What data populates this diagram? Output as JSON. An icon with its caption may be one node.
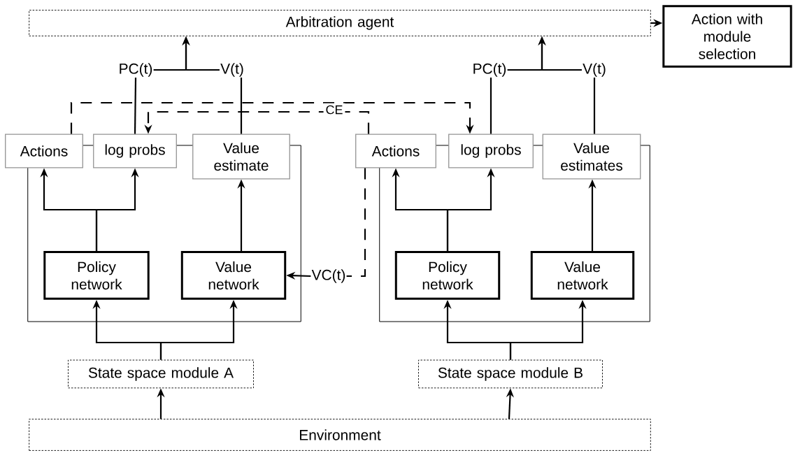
{
  "diagram": {
    "nodes": [
      {
        "text": [
          "Arbitration agent"
        ]
      },
      {
        "text": [
          "Action with module selection"
        ]
      },
      {
        "text": [
          "PC(t)"
        ]
      },
      {
        "text": [
          "V(t)"
        ]
      },
      {
        "text": [
          "Actions"
        ]
      },
      {
        "text": [
          "log probs"
        ]
      },
      {
        "text": [
          "Value estimate"
        ]
      },
      {
        "text": [],
        "shape": "box"
      },
      {
        "text": [
          "Policy network"
        ],
        "in": 7
      },
      {
        "text": [
          "Value network"
        ],
        "in": 7
      },
      {
        "text": [
          "State space module A"
        ]
      },
      {
        "text": [
          "PC(t)"
        ]
      },
      {
        "text": [
          "V(t)"
        ]
      },
      {
        "text": [
          "Actions"
        ]
      },
      {
        "text": [
          "log probs"
        ]
      },
      {
        "text": [
          "Value estimates"
        ]
      },
      {
        "text": [],
        "shape": "box"
      },
      {
        "text": [
          "Policy network"
        ],
        "in": 16
      },
      {
        "text": [
          "Value network"
        ],
        "in": 16
      },
      {
        "text": [
          "State space module B"
        ]
      },
      {
        "text": [
          "Environment"
        ]
      },
      {
        "text": [
          "VC(t)"
        ]
      }
    ],
    "edges": [
      {
        "from": 0,
        "to": 1,
        "arrow": "to"
      },
      {
        "from": 2,
        "to": 0,
        "arrow": "to"
      },
      {
        "from": 3,
        "to": 0,
        "arrow": "to"
      },
      {
        "from": 5,
        "to": 2,
        "arrow": "none"
      },
      {
        "from": 6,
        "to": 3,
        "arrow": "none"
      },
      {
        "from": 8,
        "to": 4,
        "arrow": "to"
      },
      {
        "from": 8,
        "to": 5,
        "arrow": "to"
      },
      {
        "from": 9,
        "to": 6,
        "arrow": "to"
      },
      {
        "from": 10,
        "to": 8,
        "arrow": "to"
      },
      {
        "from": 10,
        "to": 9,
        "arrow": "to"
      },
      {
        "from": 20,
        "to": 10,
        "arrow": "to"
      },
      {
        "from": 11,
        "to": 0,
        "arrow": "to"
      },
      {
        "from": 12,
        "to": 0,
        "arrow": "to"
      },
      {
        "from": 14,
        "to": 11,
        "arrow": "none"
      },
      {
        "from": 15,
        "to": 12,
        "arrow": "none"
      },
      {
        "from": 17,
        "to": 13,
        "arrow": "to"
      },
      {
        "from": 17,
        "to": 14,
        "arrow": "to"
      },
      {
        "from": 18,
        "to": 15,
        "arrow": "to"
      },
      {
        "from": 19,
        "to": 17,
        "arrow": "to"
      },
      {
        "from": 19,
        "to": 18,
        "arrow": "to"
      },
      {
        "from": 20,
        "to": 19,
        "arrow": "to"
      },
      {
        "from": 4,
        "to": 14,
        "arrow": "to",
        "style": "dashed"
      },
      {
        "from": 13,
        "to": 5,
        "arrow": "to",
        "style": "dashed",
        "label": "CE"
      },
      {
        "from": 13,
        "to": 21,
        "arrow": "none",
        "style": "dashed"
      },
      {
        "from": 21,
        "to": 9,
        "arrow": "to"
      }
    ]
  }
}
